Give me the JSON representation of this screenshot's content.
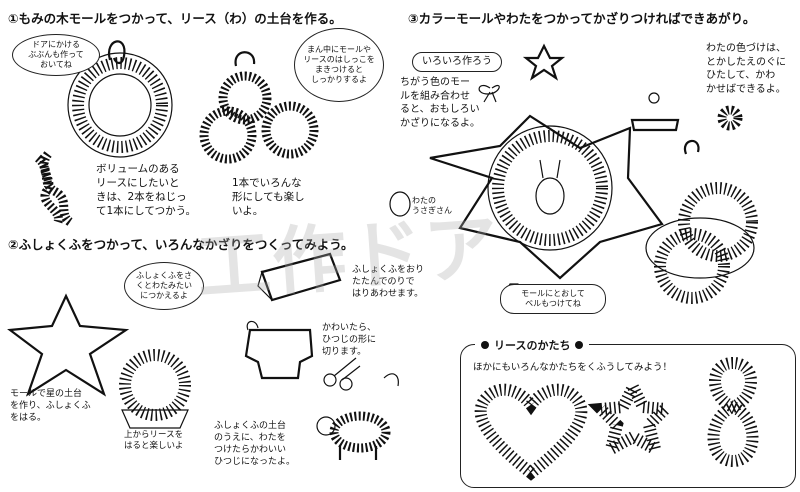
{
  "steps": {
    "s1": {
      "title": "①もみの木モールをつかって、リース（わ）の土台を作る。"
    },
    "s2": {
      "title": "②ふしょくふをつかって、いろんなかざりをつくってみよう。"
    },
    "s3": {
      "title": "③カラーモールやわたをつかってかざりつければできあがり。"
    }
  },
  "s1": {
    "bubble_left": "ドアにかける\nぶぶんも作って\nおいてね",
    "bubble_right": "まん中にモールや\nリースのはしっこを\nまきつけると\nしっかりするよ",
    "text_volume": "ボリュームのある\nリースにしたいと\nきは、2本をねじっ\nて1本にしてつかう。",
    "text_shapes": "1本でいろんな\n形にしても楽し\nいよ。"
  },
  "s2": {
    "bubble": "ふしょくふをさ\nくとわたみたい\nにつかえるよ",
    "text_fold": "ふしょくふをおり\nたたんでのりで\nはりあわせます。",
    "text_star": "モールで星の土台\nを作り、ふしょくふ\nをはる。",
    "text_wreath": "上からリースを\nはると楽しいよ",
    "text_sheep": "かわいたら、\nひつじの形に\n切ります。",
    "text_cotton": "ふしょくふの土台\nのうえに、わたを\nつけたらかわいい\nひつじになったよ。"
  },
  "s3": {
    "label_various": "いろいろ作ろう",
    "text_colors": "ちがう色のモー\nルを組み合わせ\nると、おもしろい\nかざりになるよ。",
    "text_dye": "わたの色づけは、\nとかしたえのぐに\nひたして、かわ\nかせばできるよ。",
    "label_rabbit": "わたの\nうさぎさん",
    "bubble_bell": "モールにとおして\nベルもつけてね"
  },
  "shapes_box": {
    "title": "リースのかたち",
    "subtitle": "ほかにもいろんなかたちをくふうしてみよう！"
  },
  "watermark": "工作ドア"
}
